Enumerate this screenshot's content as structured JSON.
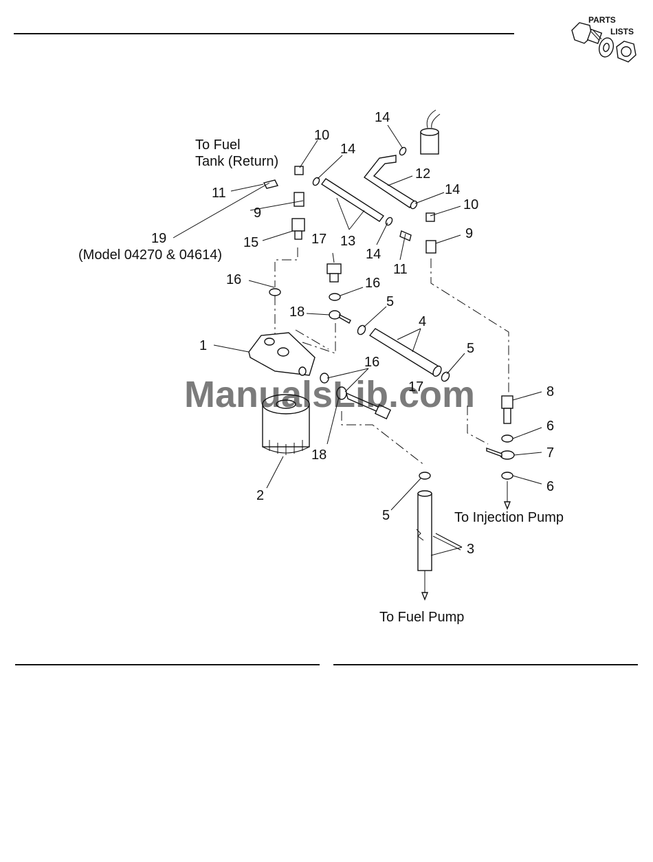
{
  "badge": {
    "line1": "PARTS",
    "line2": "LISTS"
  },
  "watermark": "ManualsLib.com",
  "captions": {
    "return_line1": "To Fuel",
    "return_line2": "Tank (Return)",
    "model_note": "(Model 04270 & 04614)",
    "injection": "To Injection Pump",
    "fuel_pump": "To Fuel Pump"
  },
  "callouts": [
    "1",
    "2",
    "3",
    "4",
    "5",
    "5",
    "5",
    "6",
    "6",
    "7",
    "8",
    "9",
    "9",
    "10",
    "10",
    "11",
    "11",
    "12",
    "13",
    "14",
    "14",
    "14",
    "14",
    "15",
    "16",
    "16",
    "16",
    "17",
    "17",
    "18",
    "18",
    "19"
  ]
}
